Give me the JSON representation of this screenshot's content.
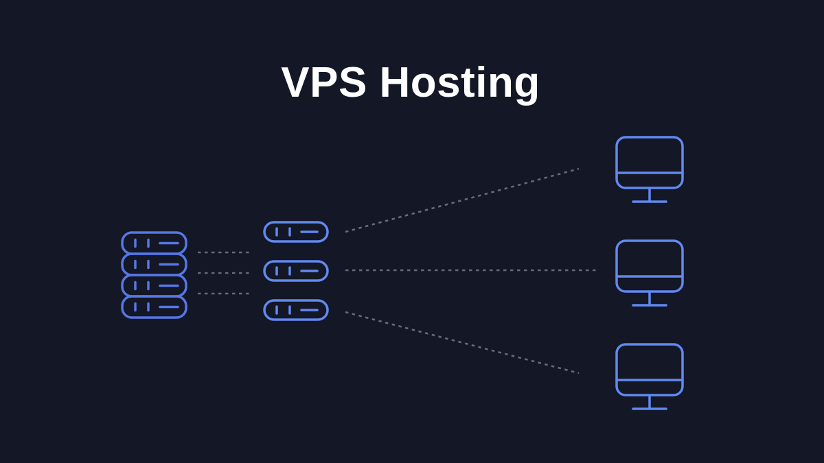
{
  "title": "VPS Hosting",
  "colors": {
    "background": "#131726",
    "title_text": "#ffffff",
    "icon_stroke": "#6289f0",
    "rack_stroke": "#5777e6",
    "connector": "#6e7585"
  },
  "diagram": {
    "icons": {
      "physical_server": "server-rack-icon",
      "vps_instance": "vps-server-icon",
      "client": "monitor-icon"
    },
    "rack_unit_count": 4,
    "vps_instance_count": 3,
    "client_monitor_count": 3,
    "connector_style": "dotted"
  }
}
